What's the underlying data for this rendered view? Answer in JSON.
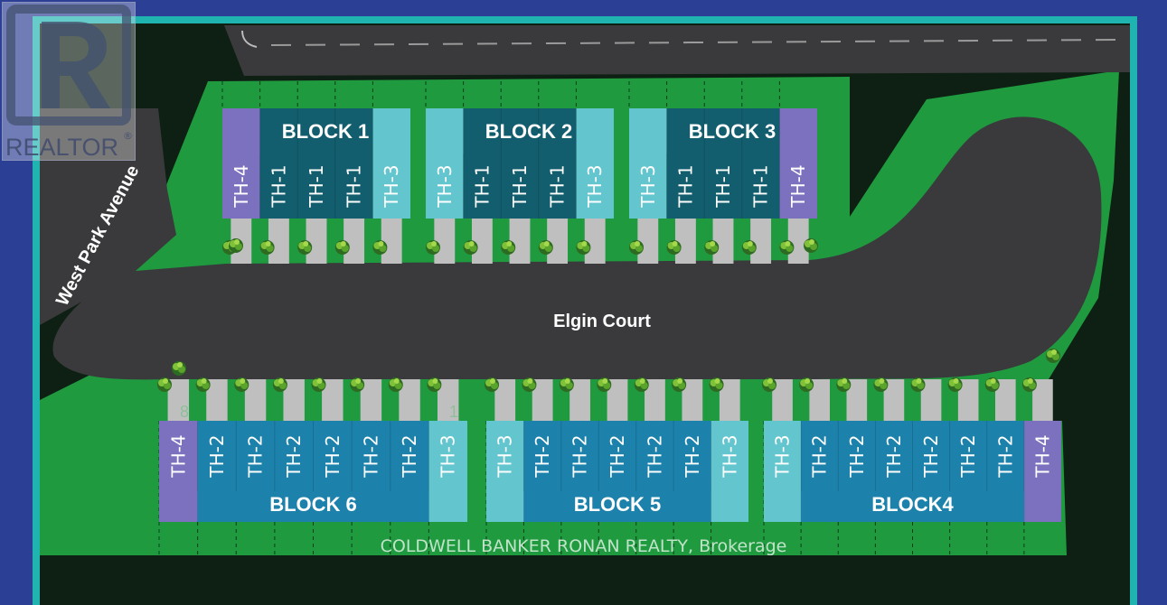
{
  "map": {
    "streets": [
      {
        "id": "west-park",
        "name": "West Park Avenue"
      },
      {
        "id": "elgin",
        "name": "Elgin Court"
      }
    ],
    "unit_colors": {
      "TH-1": "#135e6e",
      "TH-2": "#1d82ab",
      "TH-3": "#63c6cf",
      "TH-4": "#7c71bf"
    },
    "colors": {
      "background": "#2b3f94",
      "frame": "#1fb4b0",
      "grass": "#1f9a3f",
      "road": "#3b3b3d",
      "trees": "#0e2013"
    },
    "blocks": [
      {
        "id": "block-1",
        "label": "BLOCK 1",
        "row": "top",
        "units": [
          "TH-4",
          "TH-1",
          "TH-1",
          "TH-1",
          "TH-3"
        ]
      },
      {
        "id": "block-2",
        "label": "BLOCK 2",
        "row": "top",
        "units": [
          "TH-3",
          "TH-1",
          "TH-1",
          "TH-1",
          "TH-3"
        ]
      },
      {
        "id": "block-3",
        "label": "BLOCK 3",
        "row": "top",
        "units": [
          "TH-3",
          "TH-1",
          "TH-1",
          "TH-1",
          "TH-4"
        ]
      },
      {
        "id": "block-6",
        "label": "BLOCK 6",
        "row": "bottom",
        "units": [
          "TH-4",
          "TH-2",
          "TH-2",
          "TH-2",
          "TH-2",
          "TH-2",
          "TH-2",
          "TH-3"
        ]
      },
      {
        "id": "block-5",
        "label": "BLOCK 5",
        "row": "bottom",
        "units": [
          "TH-3",
          "TH-2",
          "TH-2",
          "TH-2",
          "TH-2",
          "TH-2",
          "TH-3"
        ]
      },
      {
        "id": "block-4",
        "label": "BLOCK4",
        "row": "bottom",
        "units": [
          "TH-3",
          "TH-2",
          "TH-2",
          "TH-2",
          "TH-2",
          "TH-2",
          "TH-2",
          "TH-4"
        ]
      }
    ],
    "lot_numbers": [
      "8",
      "1"
    ]
  },
  "watermark": "COLDWELL BANKER RONAN REALTY, Brokerage",
  "logo": {
    "text": "REALTOR",
    "registered_mark": "®"
  }
}
